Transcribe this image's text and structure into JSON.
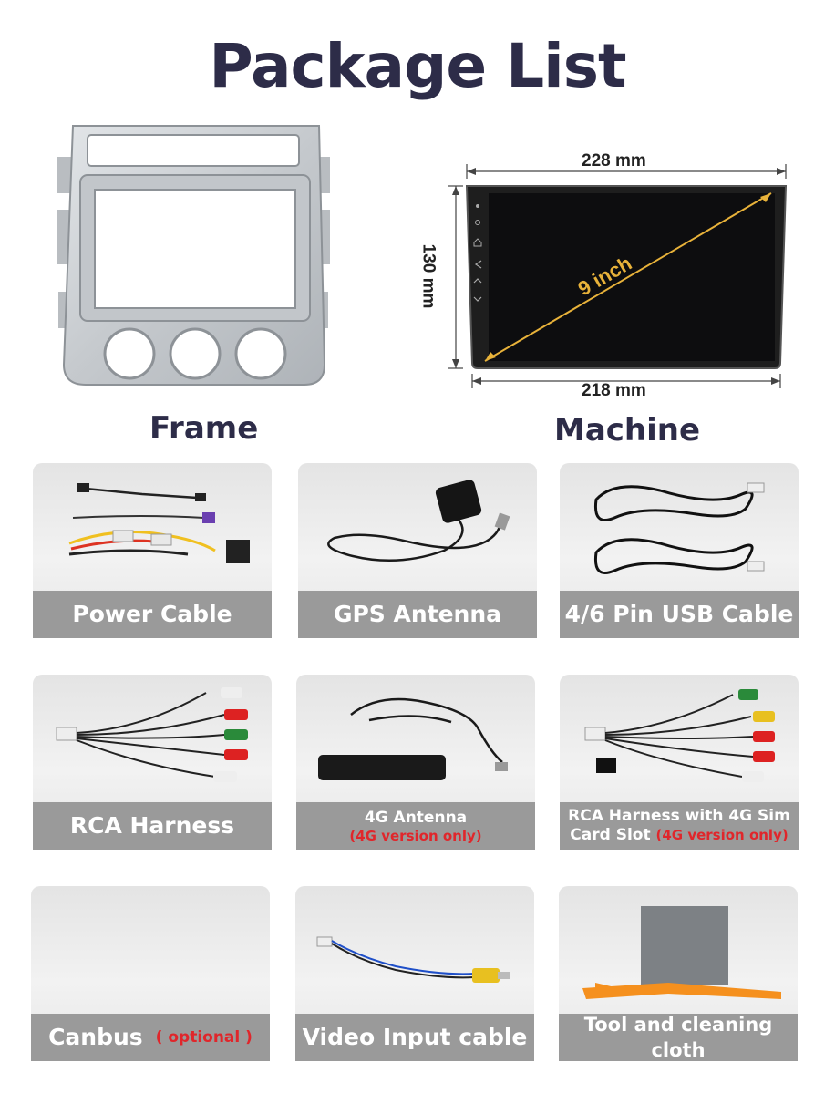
{
  "title": "Package List",
  "frame": {
    "caption": "Frame"
  },
  "machine": {
    "caption": "Machine",
    "top_width": "228 mm",
    "bottom_width": "218 mm",
    "height": "130 mm",
    "diagonal": "9 inch"
  },
  "items": [
    {
      "label": "Power Cable"
    },
    {
      "label": "GPS Antenna"
    },
    {
      "label": "4/6 Pin USB Cable"
    },
    {
      "label": "RCA Harness"
    },
    {
      "label": "4G Antenna",
      "note": "(4G version only)"
    },
    {
      "label": "RCA Harness with 4G Sim",
      "label2": "Card Slot",
      "note": "(4G version only)"
    },
    {
      "label": "Canbus",
      "note": "( optional )"
    },
    {
      "label": "Video Input cable"
    },
    {
      "label": "Tool and cleaning cloth"
    }
  ],
  "colors": {
    "title": "#2d2c48",
    "bar": "#9a9a9a",
    "note": "#e0262b",
    "diagonal": "#e8b23a"
  }
}
